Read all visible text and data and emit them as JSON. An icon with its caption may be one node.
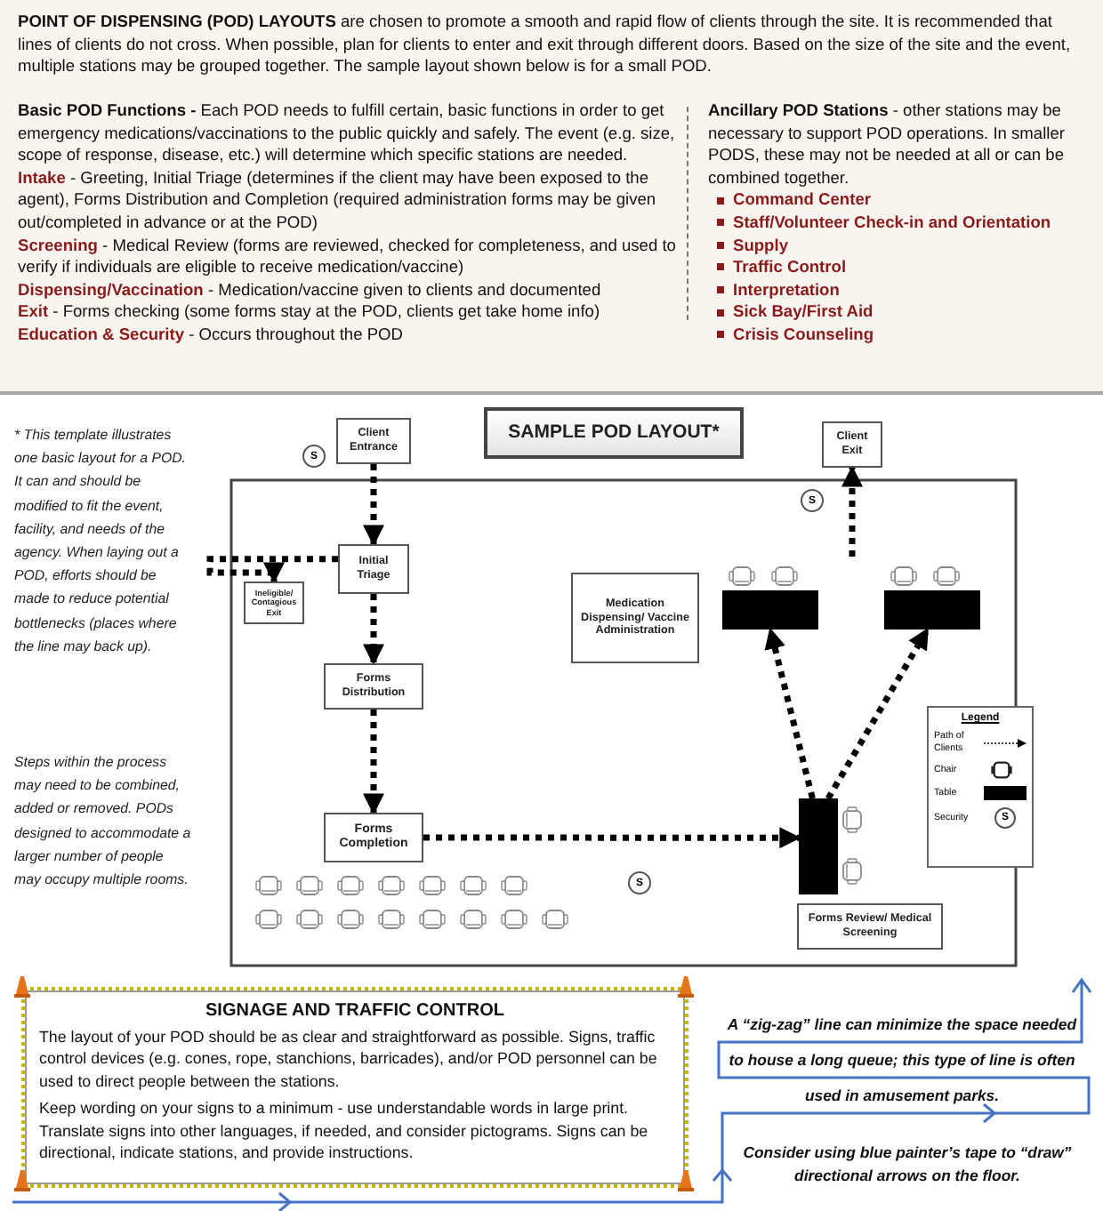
{
  "diagram": {
    "nodes": [
      {
        "text": [
          "Client Entrance"
        ]
      },
      {
        "text": [
          "Initial Triage"
        ]
      },
      {
        "text": [
          "Ineligible/ Contagious Exit"
        ]
      },
      {
        "text": [
          "Forms Distribution"
        ]
      },
      {
        "text": [
          "Forms Completion"
        ]
      },
      {
        "text": [
          "Medication Dispensing/ Vaccine Administration"
        ]
      },
      {
        "text": [
          "Client Exit"
        ]
      },
      {
        "text": [
          "Forms Review/ Medical Screening"
        ]
      },
      {
        "text": [],
        "shape": "box"
      },
      {
        "text": [],
        "shape": "box"
      },
      {
        "text": [],
        "shape": "box"
      },
      {
        "text": [
          "SAMPLE POD LAYOUT*"
        ]
      },
      {
        "text": [
          "SIGNAGE AND TRAFFIC CONTROL",
          "The layout of your POD should be as clear and straightforward as possible. Signs, traffic control devices (e.g. cones, rope, stanchions, barricades), and/or POD personnel can be used to direct people between the stations.",
          "Keep wording on your signs to a minimum - use understandable words in large print. Translate signs into other languages, if needed, and consider pictograms. Signs can be directional, indicate stations, and provide instructions."
        ]
      }
    ],
    "edges": [
      {
        "from": 0,
        "to": 1,
        "arrow": "to"
      },
      {
        "from": 1,
        "to": 2,
        "arrow": "to"
      },
      {
        "from": 1,
        "to": 3,
        "arrow": "to"
      },
      {
        "from": 3,
        "to": 4,
        "arrow": "to"
      },
      {
        "from": 4,
        "to": 10,
        "arrow": "to"
      },
      {
        "from": 10,
        "to": 8,
        "arrow": "to"
      },
      {
        "from": 10,
        "to": 9,
        "arrow": "to"
      },
      {
        "from": null,
        "to": 6,
        "arrow": "to"
      }
    ],
    "labels": [
      "**POINT OF DISPENSING (POD) LAYOUTS** are chosen to promote a smooth and rapid flow of clients through the site. It is recommended that lines of clients do not cross. When possible, plan for clients to enter and exit through different doors. Based on the size of the site and the event, multiple stations may be grouped together. The sample layout shown below is for a small POD.",
      "**Basic POD Functions -** Each POD needs to fulfill certain, basic functions in order to get emergency medications/vaccinations to the public quickly and safely. The event (e.g. size, scope of response, disease, etc.) will determine which specific stations are needed.",
      "**Intake** - Greeting, Initial Triage (determines if the client may have been exposed to the agent), Forms Distribution and Completion (required administration forms may be given out/completed in advance or at the POD)",
      "**Screening** - Medical Review (forms are reviewed, checked for completeness, and used to verify if individuals are eligible to receive medication/vaccine)",
      "**Dispensing/Vaccination** - Medication/vaccine given to clients and documented",
      "**Exit** - Forms checking (some forms stay at the POD, clients get take home info)",
      "**Education & Security** - Occurs throughout the POD",
      "**Ancillary POD Stations** - other stations may be necessary to support POD operations. In smaller PODS, these may not be needed at all or can be combined together.",
      "Command Center",
      "Staff/Volunteer Check-in and Orientation",
      "Supply",
      "Traffic Control",
      "Interpretation",
      "Sick Bay/First Aid",
      "Crisis Counseling",
      "* This template illustrates one basic layout for a POD. It can and should be modified to fit the event, facility, and needs of the agency. When laying out a POD, efforts should be made to reduce potential bottlenecks (places where the line may back up).",
      "Steps within the process may need to be combined, added or removed. PODs designed to accommodate a larger number of people may occupy multiple rooms.",
      "S",
      "S",
      "Legend",
      "S",
      "S",
      "A “zig-zag” line can minimize the space needed to house a long queue; this type of line is often used in amusement parks.",
      "Consider using blue painter’s tape to “draw” directional arrows on the floor."
    ],
    "legend": [
      {
        "text": "Path of Clients"
      },
      {
        "text": "Chair"
      },
      {
        "text": "Table",
        "color": "#000000"
      },
      {
        "text": "Security"
      }
    ]
  }
}
